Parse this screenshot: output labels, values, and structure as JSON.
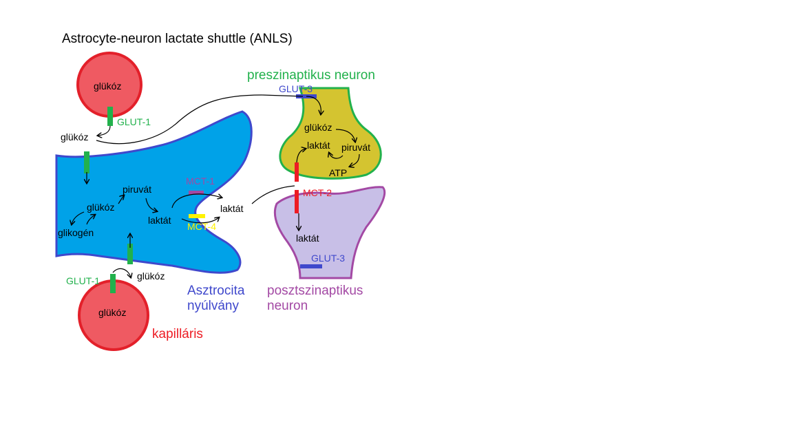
{
  "title": "Astrocyte-neuron lactate shuttle (ANLS)",
  "labels": {
    "capillary_top_glucose": "glükóz",
    "capillary_bottom_glucose": "glükóz",
    "glut1_top": "GLUT-1",
    "glut1_bottom": "GLUT-1",
    "glucose_extracellular_top": "glükóz",
    "glucose_extracellular_bottom": "glükóz",
    "astro_piruvat": "piruvát",
    "astro_glukoz": "glükóz",
    "astro_glikogen": "glikogén",
    "astro_laktat": "laktát",
    "mct1": "MCT-1",
    "mct4": "MCT-4",
    "extracellular_laktat": "laktát",
    "astrocyte_name": "Asztrocita nyúlvány",
    "capillary_name": "kapilláris",
    "presynaptic_name": "preszinaptikus neuron",
    "glut3_pre": "GLUT-3",
    "pre_glukoz": "glükóz",
    "pre_laktat": "laktát",
    "pre_piruvat": "piruvát",
    "pre_atp": "ATP",
    "mct2": "MCT-2",
    "post_laktat": "laktát",
    "glut3_post": "GLUT-3",
    "postsynaptic_name": "posztszinaptikus neuron"
  },
  "colors": {
    "capillary_fill": "#ef5a62",
    "capillary_stroke": "#e3202a",
    "astrocyte_fill": "#00a2e8",
    "astrocyte_stroke": "#3f48cc",
    "presynaptic_fill": "#d4c430",
    "presynaptic_stroke": "#22b14c",
    "postsynaptic_fill": "#c8bfe7",
    "postsynaptic_stroke": "#a349a4",
    "glut1": "#22b14c",
    "glut3": "#3f48cc",
    "mct1": "#a349a4",
    "mct4": "#fff200",
    "mct2": "#ed1c24",
    "astrocyte_label": "#3f48cc",
    "capillary_label": "#ed1c24",
    "presynaptic_label": "#22b14c",
    "postsynaptic_label": "#a349a4"
  }
}
